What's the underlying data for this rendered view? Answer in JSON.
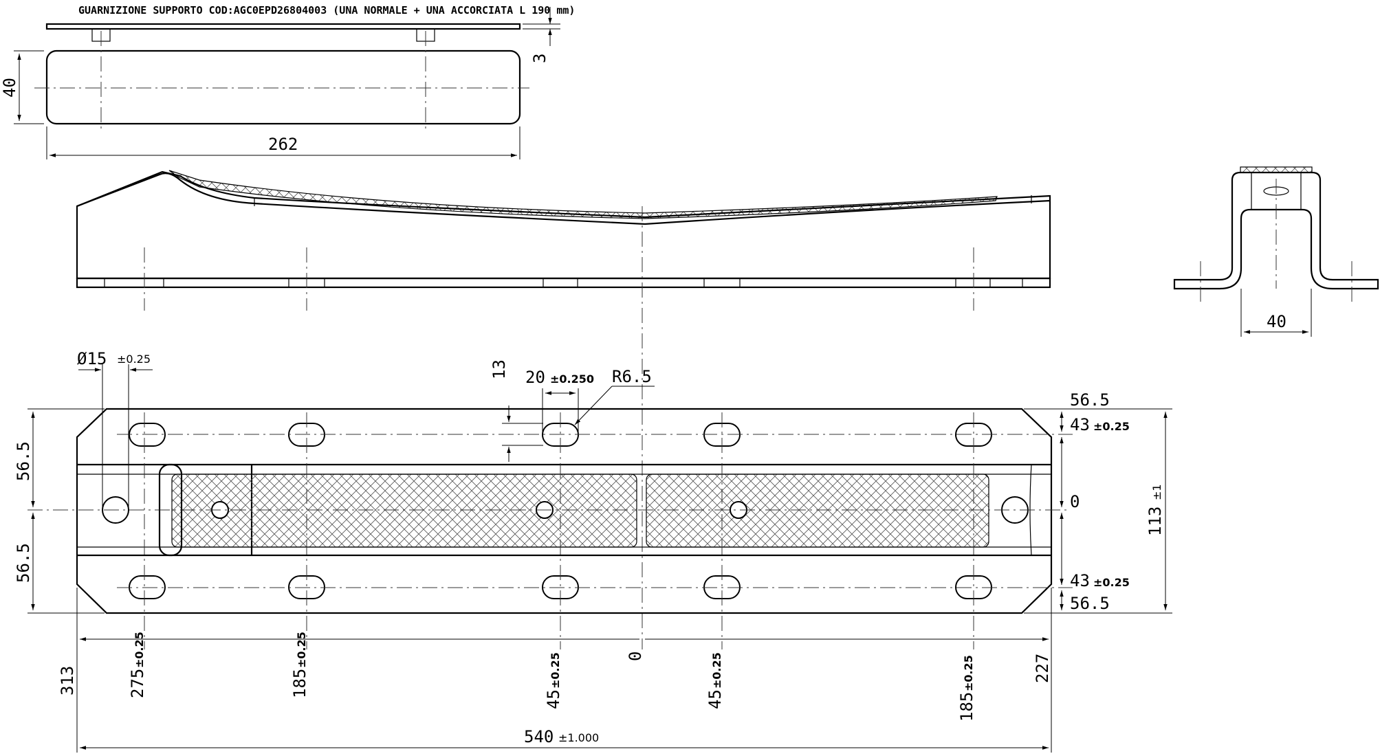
{
  "title": "GUARNIZIONE SUPPORTO COD:AGC0EPD26804003 (UNA NORMALE + UNA ACCORCIATA L 190 mm)",
  "gasket_view": {
    "thickness": "3",
    "width": "40",
    "length": "262"
  },
  "bracket_end_view": {
    "width": "40"
  },
  "plan_view": {
    "hole_diameter": "Ø15",
    "hole_diameter_tol": "±0.25",
    "slot_height": "13",
    "slot_length": "20",
    "slot_length_tol": "±0.250",
    "slot_radius": "R6.5",
    "left_upper": "56.5",
    "left_lower": "56.5",
    "right_top": "56.5",
    "right_upper_offset": "43",
    "right_upper_offset_tol": "±0.25",
    "right_zero": "0",
    "right_lower_offset": "43",
    "right_lower_offset_tol": "±0.25",
    "right_bottom": "56.5",
    "overall_width": "113",
    "overall_width_tol": "±1"
  },
  "bottom_dims": {
    "left_end": "313",
    "d1": "275",
    "d1_tol": "±0.25",
    "d2": "185",
    "d2_tol": "±0.25",
    "d3": "45",
    "d3_tol": "±0.25",
    "zero": "0",
    "d4": "45",
    "d4_tol": "±0.25",
    "d5": "185",
    "d5_tol": "±0.25",
    "right_end": "227",
    "overall_length": "540",
    "overall_length_tol": "±1.000"
  }
}
